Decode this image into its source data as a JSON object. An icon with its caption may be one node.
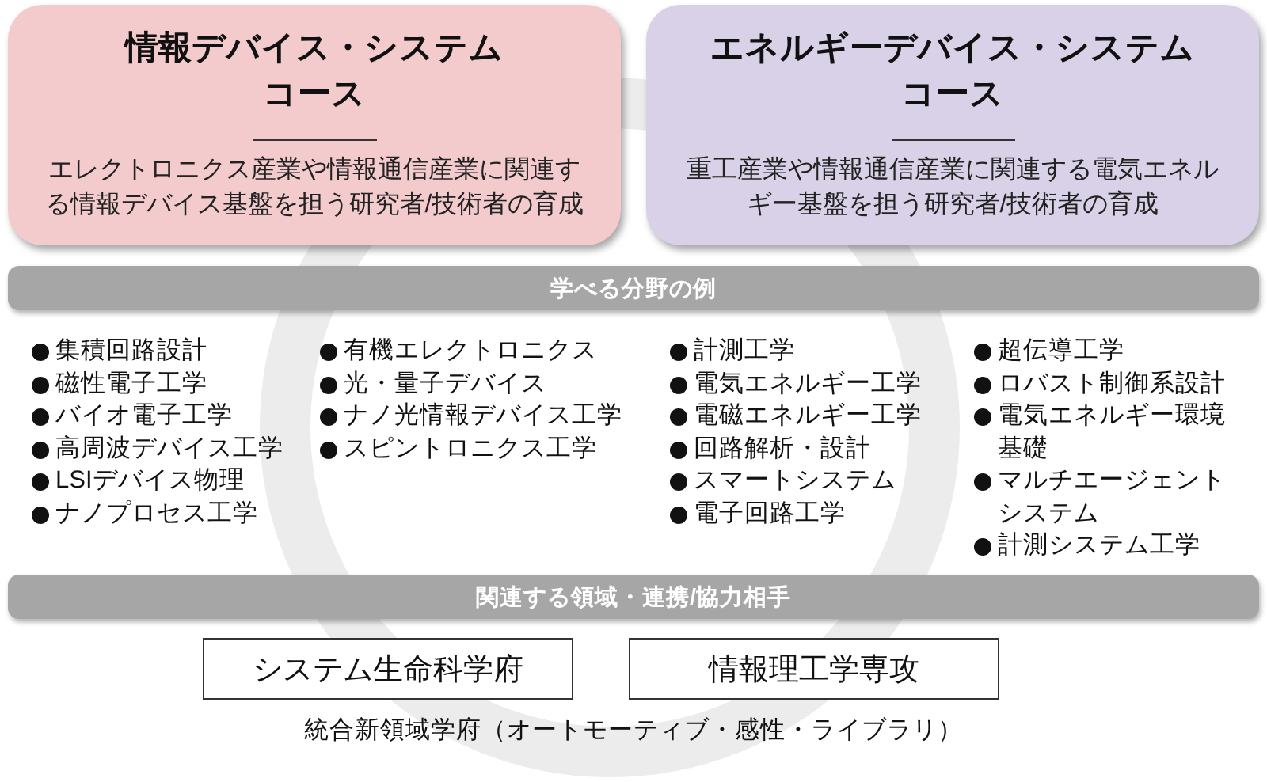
{
  "diagram": {
    "nodes": [
      {
        "text": [
          "情報デバイス・システムコース",
          "エレクトロニクス産業や情報通信産業に関連する情報デバイス基盤を担う研究者/技術者の育成"
        ]
      },
      {
        "text": [
          "エネルギーデバイス・システムコース",
          "重工産業や情報通信産業に関連する電気エネルギー基盤を担う研究者/技術者の育成"
        ]
      },
      {
        "text": [
          "学べる分野の例"
        ]
      },
      {
        "text": [
          "関連する領域・連携/協力相手"
        ]
      },
      {
        "text": [
          "システム生命科学府"
        ]
      },
      {
        "text": [
          "情報理工学専攻"
        ]
      }
    ],
    "edges": [],
    "labels": [
      "集積回路設計",
      "磁性電子工学",
      "バイオ電子工学",
      "高周波デバイス工学",
      "LSIデバイス物理",
      "ナノプロセス工学",
      "有機エレクトロニクス",
      "光・量子デバイス",
      "ナノ光情報デバイス工学",
      "スピントロニクス工学",
      "計測工学",
      "電気エネルギー工学",
      "電磁エネルギー工学",
      "回路解析・設計",
      "スマートシステム",
      "電子回路工学",
      "超伝導工学",
      "ロバスト制御系設計",
      "電気エネルギー環境基礎",
      "マルチエージェントシステム",
      "計測システム工学",
      "統合新領域学府（オートモーティブ・感性・ライブラリ）"
    ]
  }
}
